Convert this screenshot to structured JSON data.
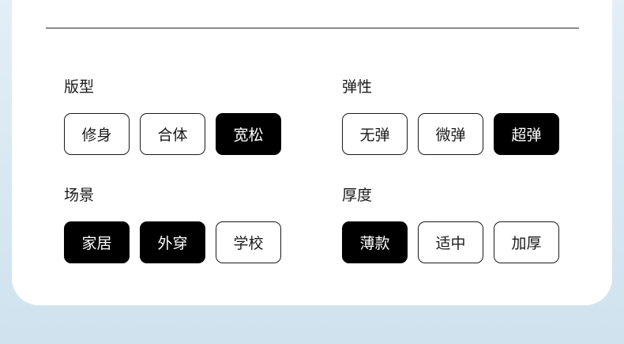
{
  "groups": {
    "fit": {
      "title": "版型",
      "options": [
        {
          "label": "修身",
          "selected": false
        },
        {
          "label": "合体",
          "selected": false
        },
        {
          "label": "宽松",
          "selected": true
        }
      ]
    },
    "elastic": {
      "title": "弹性",
      "options": [
        {
          "label": "无弹",
          "selected": false
        },
        {
          "label": "微弹",
          "selected": false
        },
        {
          "label": "超弹",
          "selected": true
        }
      ]
    },
    "scene": {
      "title": "场景",
      "options": [
        {
          "label": "家居",
          "selected": true
        },
        {
          "label": "外穿",
          "selected": true
        },
        {
          "label": "学校",
          "selected": false
        }
      ]
    },
    "thickness": {
      "title": "厚度",
      "options": [
        {
          "label": "薄款",
          "selected": true
        },
        {
          "label": "适中",
          "selected": false
        },
        {
          "label": "加厚",
          "selected": false
        }
      ]
    }
  },
  "colors": {
    "selected_bg": "#000000",
    "selected_text": "#ffffff",
    "unselected_bg": "#ffffff",
    "unselected_text": "#1a1a1a"
  }
}
